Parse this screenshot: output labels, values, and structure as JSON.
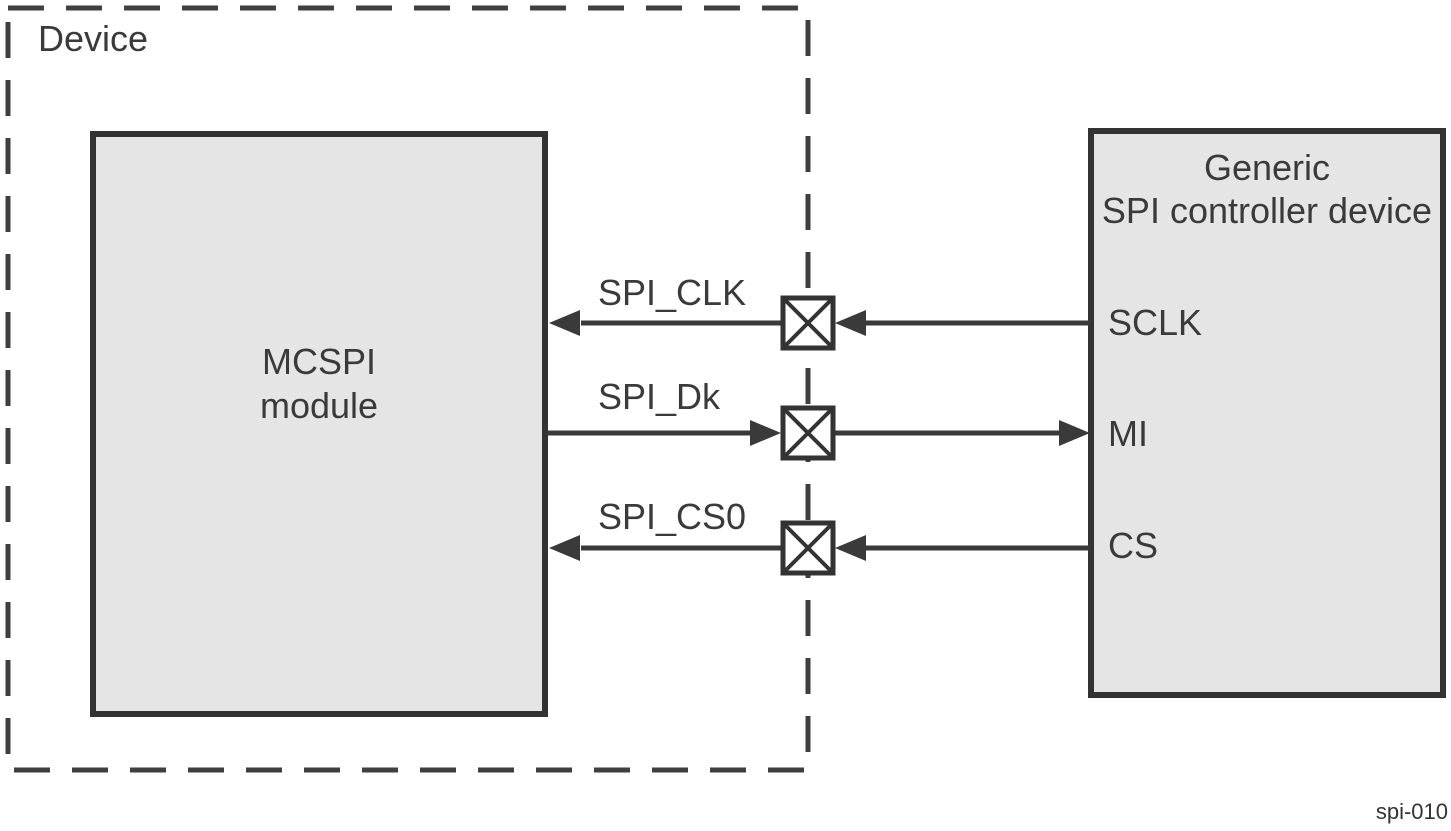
{
  "device_boundary": {
    "label": "Device"
  },
  "mcspi_box": {
    "label_line1": "MCSPI",
    "label_line2": "module"
  },
  "controller_box": {
    "title_line1": "Generic",
    "title_line2": "SPI controller device",
    "pins": [
      {
        "name": "SCLK"
      },
      {
        "name": "MI"
      },
      {
        "name": "CS"
      }
    ]
  },
  "signals": [
    {
      "label": "SPI_CLK",
      "controller_pin": "SCLK",
      "direction": "controller-to-mcspi"
    },
    {
      "label": "SPI_Dk",
      "controller_pin": "MI",
      "direction": "mcspi-to-controller"
    },
    {
      "label": "SPI_CS0",
      "controller_pin": "CS",
      "direction": "controller-to-mcspi"
    }
  ],
  "figure": {
    "id": "spi-010"
  },
  "colors": {
    "background": "#ffffff",
    "box_fill": "#e5e5e5",
    "box_border": "#333333",
    "line": "#3a3a3a",
    "text": "#3a3a3a"
  }
}
